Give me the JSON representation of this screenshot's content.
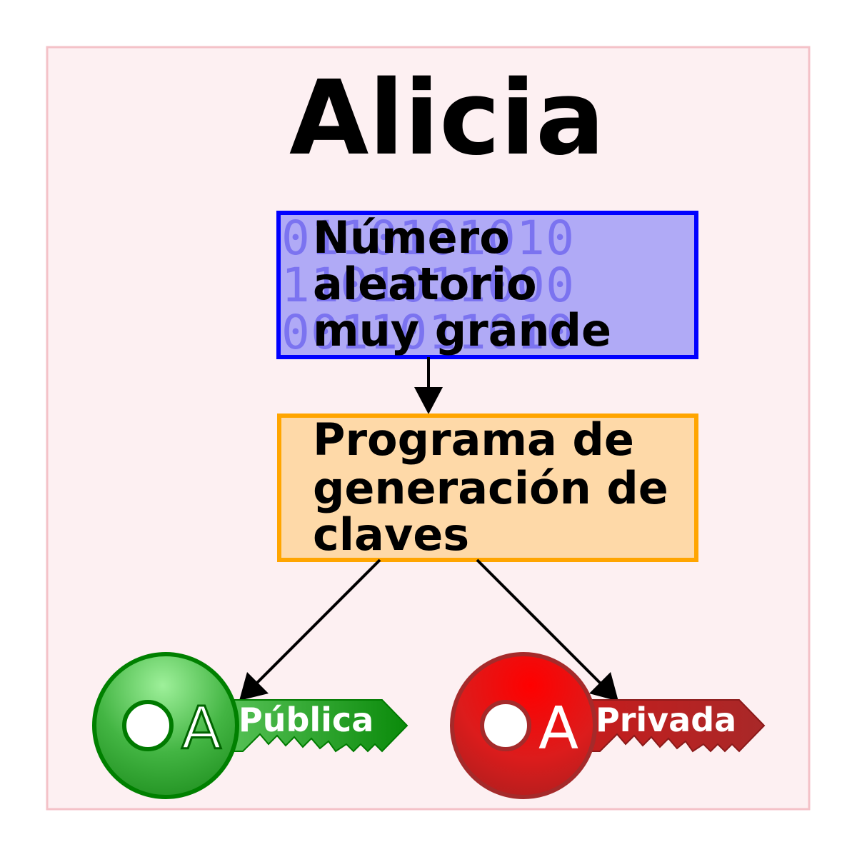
{
  "title": "Alicia",
  "random_box": {
    "binary_rows": [
      "0110101010",
      "1101011000",
      "0011011010"
    ],
    "lines": [
      "Número",
      "aleatorio",
      "muy grande"
    ]
  },
  "program_box": {
    "lines": [
      "Programa de",
      "generación de",
      "claves"
    ]
  },
  "public_key": {
    "letter": "A",
    "label": "Pública",
    "color": "#008000"
  },
  "private_key": {
    "letter": "A",
    "label": "Privada",
    "color": "#b22222"
  },
  "colors": {
    "frame_fill": "#fdf0f2",
    "frame_stroke": "#f4c2c8",
    "random_fill": "#b0aaf6",
    "random_stroke": "#0000ff",
    "binary_text": "#7b73f0",
    "program_fill": "#fed9a8",
    "program_stroke": "#ffa500"
  }
}
